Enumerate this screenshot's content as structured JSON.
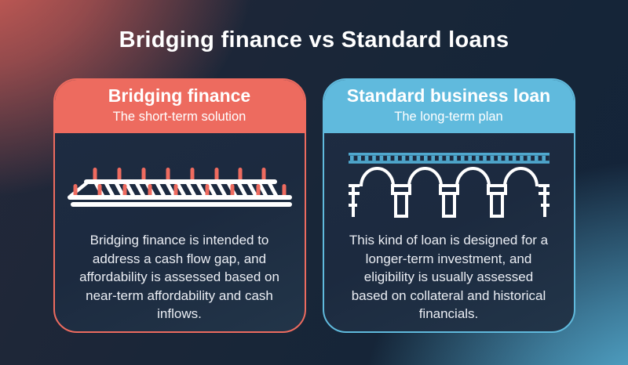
{
  "page": {
    "title": "Bridging finance vs Standard loans"
  },
  "colors": {
    "coral_accent": "#ED6B5F",
    "blue_accent": "#60BADD",
    "track_blue": "#4FA8CE",
    "background_navy": "#16253A",
    "card_body_navy": "#1C2A3F",
    "glow_top_left": "#E06359",
    "glow_bottom_right": "#61C6EC",
    "text_white": "#FFFFFF"
  },
  "cards": [
    {
      "title": "Bridging finance",
      "subtitle": "The short-term solution",
      "body": "Bridging finance is intended to address a cash flow gap, and affordability is assessed based on near-term affordability and cash inflows.",
      "accent": "#ED6B5F",
      "illustration": "temporary-bailey-bridge"
    },
    {
      "title": "Standard business loan",
      "subtitle": "The long-term plan",
      "body": "This kind of loan is designed for a longer-term investment, and eligibility is usually assessed based on collateral and historical financials.",
      "accent": "#60BADD",
      "illustration": "arched-viaduct-bridge"
    }
  ]
}
